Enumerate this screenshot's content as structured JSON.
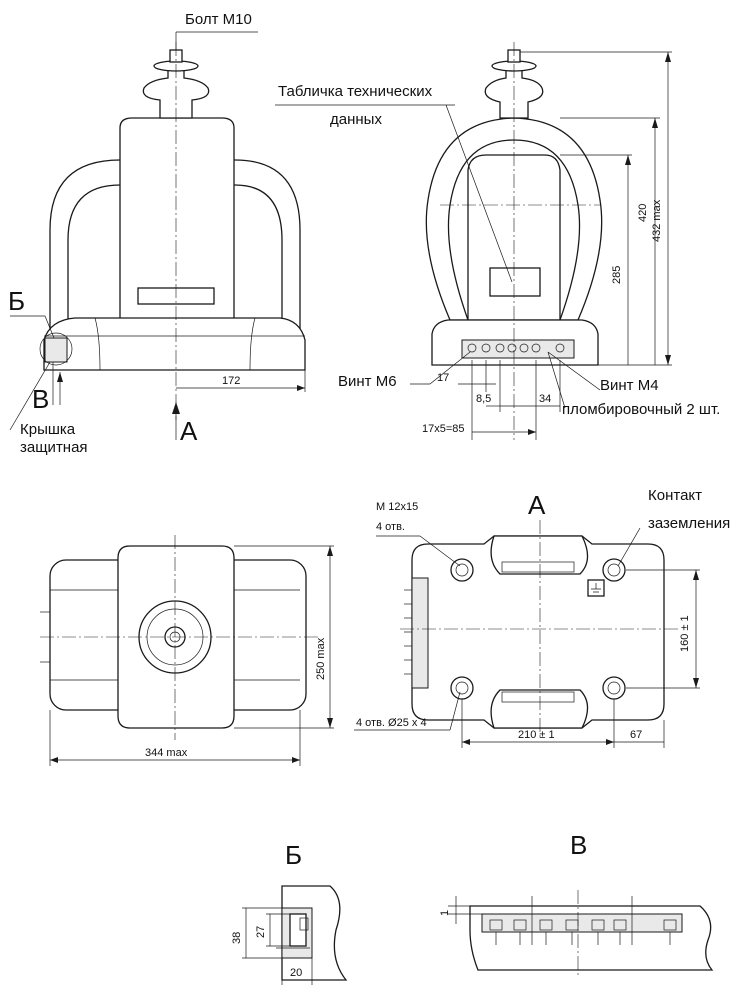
{
  "labels": {
    "bolt": "Болт М10",
    "nameplate_line1": "Табличка технических",
    "nameplate_line2": "данных",
    "view_b_marker": "Б",
    "view_v_marker": "В",
    "view_a_marker": "А",
    "cover_line1": "Крышка",
    "cover_line2": "защитная",
    "screw_m6": "Винт М6",
    "screw_m4": "Винт М4",
    "sealing_screw": "пломбировочный 2 шт.",
    "thread": "М 12х15",
    "holes_count": "4 отв.",
    "holes_spec": "4 отв. Ø25  х 4",
    "ground_line1": "Контакт",
    "ground_line2": "заземления",
    "view_a_title": "А",
    "view_b_title": "Б",
    "view_v_title": "В"
  },
  "dimensions": {
    "d172": "172",
    "d420": "420",
    "d432": "432   max",
    "d285": "285",
    "d17": "17",
    "d8_5": "8,5",
    "d34": "34",
    "d17x5": "17х5=85",
    "d344": "344 max",
    "d250": "250   max",
    "d210": "210 ± 1",
    "d67": "67",
    "d160": "160 ± 1",
    "d38": "38",
    "d27": "27",
    "d20": "20",
    "d1": "1"
  },
  "colors": {
    "line": "#1a1a1a",
    "shade": "#e9e9e9",
    "background": "#ffffff"
  }
}
